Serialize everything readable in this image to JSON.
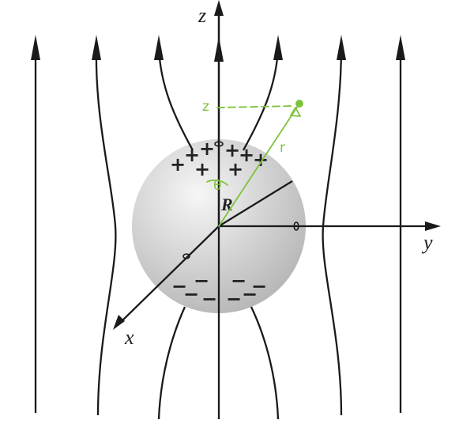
{
  "labels": {
    "z_axis": "z",
    "y_axis": "y",
    "x_axis": "x",
    "radius": "R"
  },
  "annotations": {
    "z_mark": "z",
    "r_mark": "r",
    "theta_mark": "θ"
  },
  "charges": {
    "positive": "+",
    "negative": "−"
  },
  "colors": {
    "field_lines": "#1a1a1a",
    "sphere_light": "#f6f6f6",
    "sphere_dark": "#b4b4b4",
    "annotation_green": "#7ec23a"
  }
}
